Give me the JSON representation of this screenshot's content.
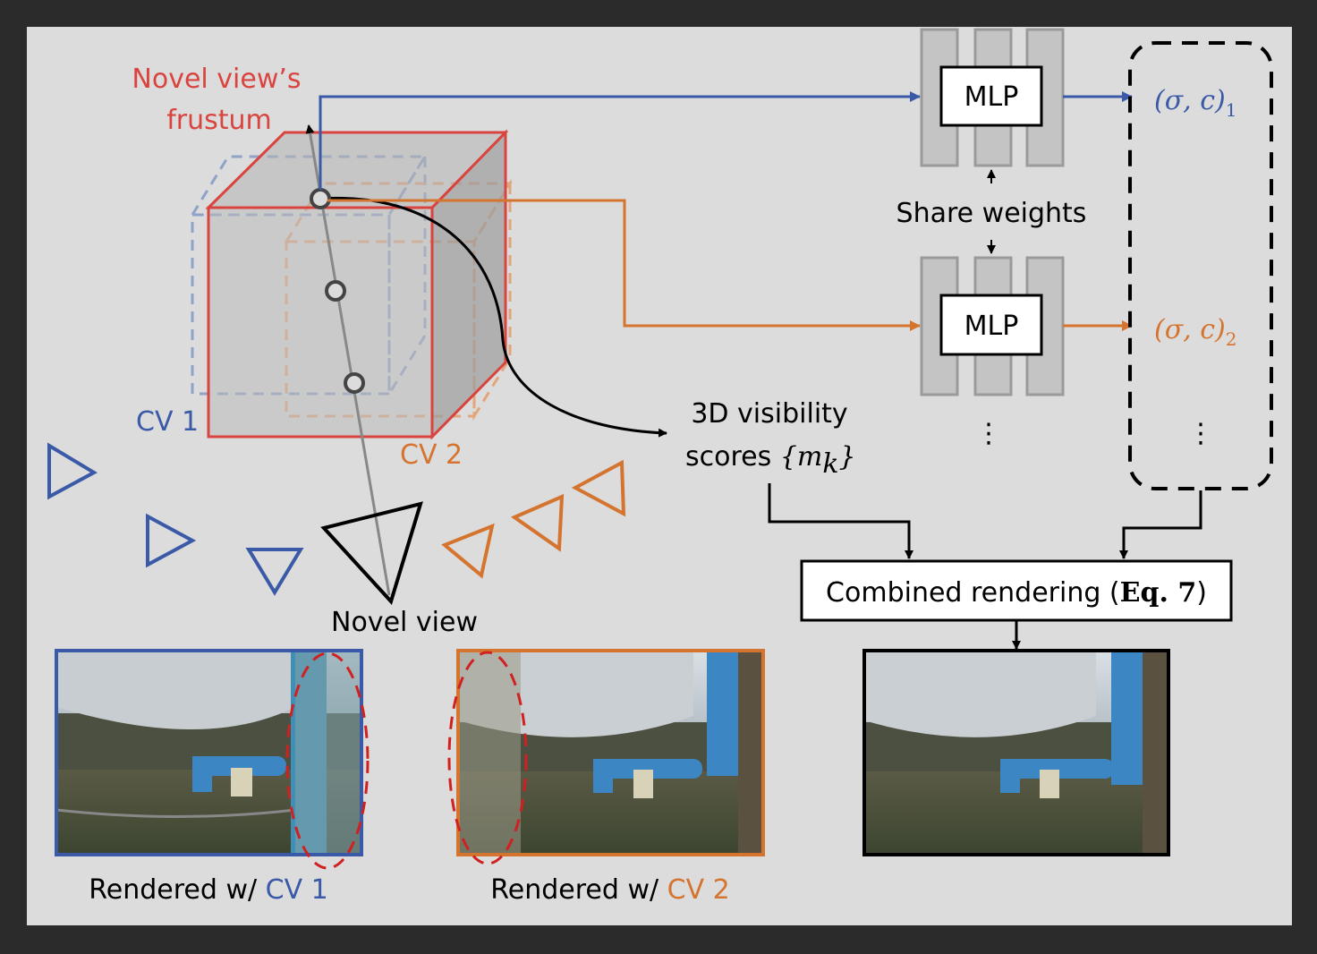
{
  "colors": {
    "background": "#2b2b2b",
    "panel": "#dcdcdc",
    "red": "#d9443f",
    "blue": "#3a5aa8",
    "orange": "#d5742e",
    "black": "#000000",
    "mlp_gray": "#c4c4c4"
  },
  "labels": {
    "novel_frustum_line1": "Novel view’s",
    "novel_frustum_line2": "frustum",
    "cv1": "CV 1",
    "cv2": "CV 2",
    "mlp_top": "MLP",
    "mlp_bottom": "MLP",
    "share_weights": "Share weights",
    "output1": "(σ, c)",
    "output1_sub": "1",
    "output2": "(σ, c)",
    "output2_sub": "2",
    "ellipsis_mlp": "⋮",
    "ellipsis_output": "⋮",
    "visibility_line1": "3D visibility",
    "visibility_line2_text": "scores ",
    "visibility_line2_math": "{m",
    "visibility_line2_sub": "k",
    "visibility_line2_close": "}",
    "combined_text": "Combined rendering (",
    "combined_eq": "Eq. 7",
    "combined_close": ")",
    "novel_view": "Novel view",
    "rendered_cv1_prefix": "Rendered w/ ",
    "rendered_cv1_suffix": "CV 1",
    "rendered_cv2_prefix": "Rendered w/ ",
    "rendered_cv2_suffix": "CV 2"
  },
  "icons": {
    "camera": "triangle-camera-icon",
    "sample_point": "ring-icon"
  }
}
